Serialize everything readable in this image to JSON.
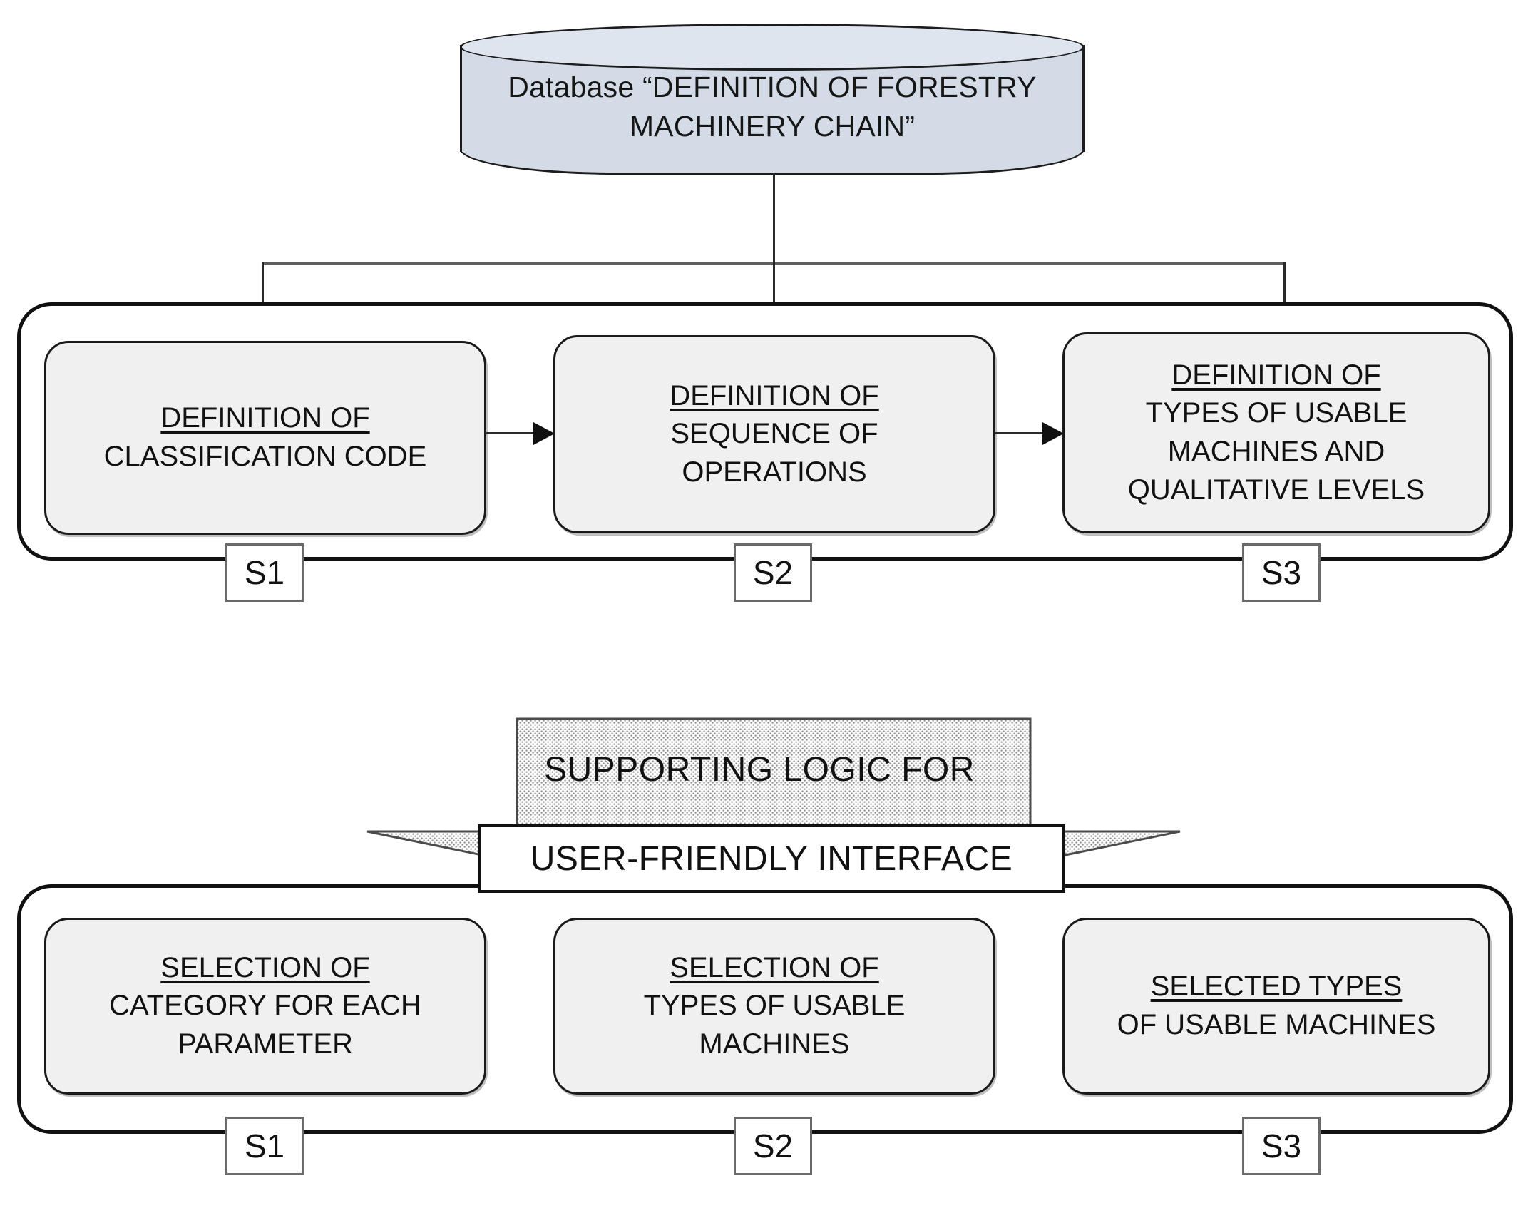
{
  "diagram": {
    "title": "Forestry machinery chain supporting logic diagram",
    "database": {
      "label": "Database “DEFINITION OF FORESTRY MACHINERY CHAIN”",
      "line1": "Database “DEFINITION OF FORESTRY",
      "line2": "MACHINERY CHAIN”",
      "fill_color": "#d3dbe7",
      "border_color": "#1c1c1c"
    },
    "upper_group": {
      "boxes": [
        {
          "id": "S1",
          "heading": "DEFINITION OF",
          "lines": [
            "CLASSIFICATION  CODE"
          ]
        },
        {
          "id": "S2",
          "heading": "DEFINITION OF",
          "lines": [
            "SEQUENCE OF",
            "OPERATIONS"
          ]
        },
        {
          "id": "S3",
          "heading": "DEFINITION OF",
          "lines": [
            "TYPES OF USABLE",
            "MACHINES AND",
            "QUALITATIVE LEVELS"
          ]
        }
      ],
      "tags": [
        "S1",
        "S2",
        "S3"
      ],
      "box_fill": "#f0f0f0"
    },
    "connector": {
      "label": "SUPPORTING LOGIC FOR",
      "fill_color": "#ededed"
    },
    "interface_plate": {
      "label": "USER-FRIENDLY INTERFACE"
    },
    "lower_group": {
      "boxes": [
        {
          "id": "S1",
          "heading": "SELECTION OF",
          "lines": [
            "CATEGORY FOR EACH",
            "PARAMETER"
          ]
        },
        {
          "id": "S2",
          "heading": "SELECTION OF",
          "lines": [
            "TYPES OF USABLE",
            "MACHINES"
          ]
        },
        {
          "id": "S3",
          "heading": "SELECTED TYPES",
          "lines": [
            "OF USABLE MACHINES"
          ]
        }
      ],
      "tags": [
        "S1",
        "S2",
        "S3"
      ],
      "box_fill": "#f0f0f0"
    }
  }
}
